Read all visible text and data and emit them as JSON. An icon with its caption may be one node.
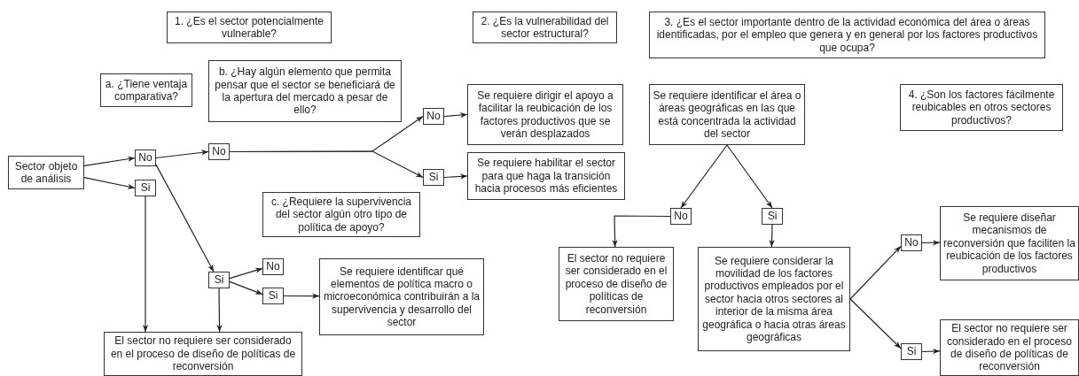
{
  "diagram": {
    "nodes": [
      {
        "text": [
          "1. ¿Es el sector potencialmente vulnerable?"
        ]
      },
      {
        "text": [
          "2. ¿Es la vulnerabilidad del sector estructural?"
        ]
      },
      {
        "text": [
          "3. ¿Es el sector importante dentro de la actividad económica del área o áreas identificadas, por el empleo que genera y en general por los factores productivos que ocupa?"
        ]
      },
      {
        "text": [
          "a. ¿Tiene ventaja comparativa?"
        ]
      },
      {
        "text": [
          "b. ¿Hay algún elemento que permita pensar que el sector se beneficiará de la apertura del mercado a pesar de ello?"
        ]
      },
      {
        "text": [
          "c. ¿Requiere la supervivencia del sector algún otro tipo de política de apoyo?"
        ]
      },
      {
        "text": [
          "4. ¿Son los factores fácilmente reubicables en otros sectores productivos?"
        ]
      },
      {
        "text": [
          "Sector objeto de análisis"
        ]
      },
      {
        "text": [
          "No"
        ]
      },
      {
        "text": [
          "Si"
        ]
      },
      {
        "text": [
          "No"
        ]
      },
      {
        "text": [
          "No"
        ]
      },
      {
        "text": [
          "Si"
        ]
      },
      {
        "text": [
          "Se requiere dirigir el apoyo a facilitar la reubicación de los factores productivos que se verán desplazados"
        ]
      },
      {
        "text": [
          "Se requiere habilitar el sector para que haga la transición hacia procesos más eficientes"
        ]
      },
      {
        "text": [
          "Si"
        ]
      },
      {
        "text": [
          "No"
        ]
      },
      {
        "text": [
          "Si"
        ]
      },
      {
        "text": [
          "Se requiere identificar qué elementos de política macro o microeconómica contribuirán a la supervivencia y desarrollo del sector"
        ]
      },
      {
        "text": [
          "El sector no requiere ser considerado en el proceso de diseño de políticas de reconversión"
        ]
      },
      {
        "text": [
          "Se requiere identificar el área o áreas geográficas en las que está concentrada la actividad del sector"
        ]
      },
      {
        "text": [
          "No"
        ]
      },
      {
        "text": [
          "Si"
        ]
      },
      {
        "text": [
          "El sector no requiere ser considerado en el proceso de diseño de políticas de reconversión"
        ]
      },
      {
        "text": [
          "Se requiere considerar la movilidad de los factores productivos empleados por el sector hacia otros sectores al interior de la misma área geográfica o hacia otras áreas geográficas"
        ]
      },
      {
        "text": [
          "No"
        ]
      },
      {
        "text": [
          "Si"
        ]
      },
      {
        "text": [
          "Se requiere diseñar mecanismos de reconversión que faciliten la reubicación de los factores productivos"
        ]
      },
      {
        "text": [
          "El sector no requiere ser considerado en el proceso de diseño de políticas de reconversión"
        ]
      }
    ],
    "edges": [
      {
        "from": 7,
        "to": 8,
        "arrow": "to"
      },
      {
        "from": 7,
        "to": 9,
        "arrow": "to"
      },
      {
        "from": 8,
        "to": 10,
        "arrow": "to"
      },
      {
        "from": 8,
        "to": 15,
        "arrow": "to"
      },
      {
        "from": 9,
        "to": 19,
        "arrow": "to"
      },
      {
        "from": 10,
        "to": 11,
        "arrow": "to"
      },
      {
        "from": 10,
        "to": 12,
        "arrow": "to"
      },
      {
        "from": 11,
        "to": 13,
        "arrow": "to"
      },
      {
        "from": 12,
        "to": 14,
        "arrow": "to"
      },
      {
        "from": 15,
        "to": 16,
        "arrow": "to"
      },
      {
        "from": 15,
        "to": 17,
        "arrow": "to"
      },
      {
        "from": 15,
        "to": 19,
        "arrow": "to"
      },
      {
        "from": 17,
        "to": 18,
        "arrow": "to"
      },
      {
        "from": 20,
        "to": 21,
        "arrow": "to"
      },
      {
        "from": 20,
        "to": 22,
        "arrow": "to"
      },
      {
        "from": 21,
        "to": 23,
        "arrow": "to"
      },
      {
        "from": 22,
        "to": 24,
        "arrow": "to"
      },
      {
        "from": 24,
        "to": 25,
        "arrow": "to"
      },
      {
        "from": 24,
        "to": 26,
        "arrow": "to"
      },
      {
        "from": 25,
        "to": 27,
        "arrow": "to"
      },
      {
        "from": 26,
        "to": 28,
        "arrow": "to"
      }
    ]
  }
}
